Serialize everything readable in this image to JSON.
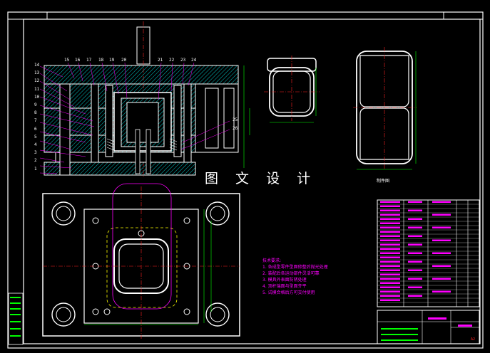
{
  "watermark": "图 文 设 计",
  "tech_notes": {
    "title": "技术要求:",
    "lines": [
      "1. 各成型零件型面修整后抛光处理",
      "2. 装配后各运动部件灵活可靠",
      "3. 模具外表面防锈处理",
      "4. 顶杆端面与型面齐平",
      "5. 试模合格后方可交付使用"
    ]
  },
  "part_scale_label": "制件图",
  "corner_label": "A2",
  "part_numbers_left": [
    "14",
    "13",
    "12",
    "11",
    "10",
    "9",
    "8",
    "7",
    "6",
    "5",
    "4",
    "3",
    "2",
    "1"
  ],
  "part_numbers_top": [
    "15",
    "16",
    "17",
    "18",
    "19",
    "20",
    "21",
    "22",
    "23",
    "24"
  ],
  "part_numbers_right": [
    "25",
    "26"
  ],
  "colors": {
    "background": "#000000",
    "frame": "#ffffff",
    "hatch": "#00c8c8",
    "centerline": "#ff2020",
    "dimension": "#00ff00",
    "hidden": "#ffff00",
    "text": "#ff00ff"
  }
}
